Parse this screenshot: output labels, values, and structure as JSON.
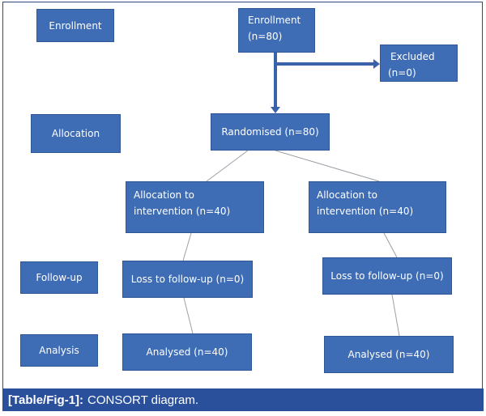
{
  "diagram": {
    "type": "CONSORT flow diagram",
    "stage_labels": {
      "enrollment": "Enrollment",
      "allocation": "Allocation",
      "follow_up": "Follow-up",
      "analysis": "Analysis"
    },
    "nodes": {
      "enrollment": {
        "line1": "Enrollment",
        "line2": "(n=80)"
      },
      "excluded": {
        "line1": "Excluded",
        "line2": "(n=0)"
      },
      "randomised": {
        "label": "Randomised (n=80)"
      },
      "allocation_left": {
        "line1": "Allocation to",
        "line2": "intervention (n=40)"
      },
      "allocation_right": {
        "line1": "Allocation to",
        "line2": "intervention (n=40)"
      },
      "loss_left": {
        "label": "Loss to follow-up (n=0)"
      },
      "loss_right": {
        "label": "Loss to follow-up (n=0)"
      },
      "analysed_left": {
        "label": "Analysed (n=40)"
      },
      "analysed_right": {
        "label": "Analysed (n=40)"
      }
    },
    "edges": [
      {
        "from": "enrollment",
        "to": "excluded",
        "style": "thick-arrow"
      },
      {
        "from": "enrollment",
        "to": "randomised",
        "style": "thick-arrow"
      },
      {
        "from": "randomised",
        "to": "allocation_left",
        "style": "thin-line"
      },
      {
        "from": "randomised",
        "to": "allocation_right",
        "style": "thin-line"
      },
      {
        "from": "allocation_left",
        "to": "loss_left",
        "style": "thin-line"
      },
      {
        "from": "allocation_right",
        "to": "loss_right",
        "style": "thin-line"
      },
      {
        "from": "loss_left",
        "to": "analysed_left",
        "style": "thin-line"
      },
      {
        "from": "loss_right",
        "to": "analysed_right",
        "style": "thin-line"
      }
    ],
    "colors": {
      "box_fill": "#3f6db5",
      "box_text": "#ffffff",
      "arrow": "#3a62a8",
      "thin_line": "#9aa0a8",
      "caption_bar": "#2a509b"
    }
  },
  "caption": {
    "label": "[Table/Fig-1]:",
    "text": "CONSORT diagram."
  }
}
